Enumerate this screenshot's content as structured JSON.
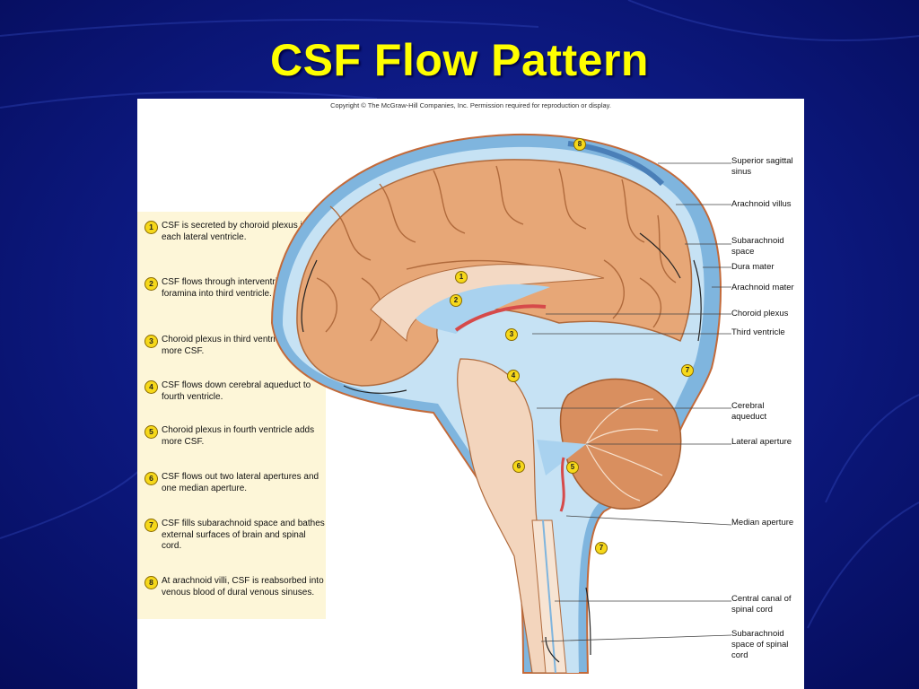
{
  "slide": {
    "title": "CSF Flow Pattern"
  },
  "figure": {
    "copyright": "Copyright © The McGraw-Hill Companies, Inc. Permission required for reproduction or display.",
    "steps": [
      {
        "num": "1",
        "text": "CSF is secreted by choroid plexus in each lateral ventricle."
      },
      {
        "num": "2",
        "text": "CSF flows through interventricular foramina into third ventricle."
      },
      {
        "num": "3",
        "text": "Choroid plexus in third ventricle adds more CSF."
      },
      {
        "num": "4",
        "text": "CSF flows down cerebral aqueduct to fourth ventricle."
      },
      {
        "num": "5",
        "text": "Choroid plexus in fourth ventricle adds more CSF."
      },
      {
        "num": "6",
        "text": "CSF flows out two lateral apertures and one median aperture."
      },
      {
        "num": "7",
        "text": "CSF fills subarachnoid space and bathes external surfaces of brain and spinal cord."
      },
      {
        "num": "8",
        "text": "At arachnoid villi, CSF is reabsorbed into venous blood of dural venous sinuses."
      }
    ],
    "labels": {
      "superior_sagittal_sinus": "Superior sagittal sinus",
      "arachnoid_villus": "Arachnoid villus",
      "subarachnoid_space": "Subarachnoid space",
      "dura_mater": "Dura mater",
      "arachnoid_mater": "Arachnoid mater",
      "choroid_plexus": "Choroid plexus",
      "third_ventricle": "Third ventricle",
      "cerebral_aqueduct": "Cerebral aqueduct",
      "lateral_aperture": "Lateral aperture",
      "median_aperture": "Median aperture",
      "central_canal": "Central canal of spinal cord",
      "subarachnoid_space_spinal": "Subarachnoid space of spinal cord"
    },
    "markers": {
      "m1": "1",
      "m2": "2",
      "m3": "3",
      "m4": "4",
      "m5": "5",
      "m6": "6",
      "m7a": "7",
      "m7b": "7",
      "m8": "8"
    }
  },
  "colors": {
    "background": "#0a1580",
    "title": "#ffff00",
    "csf_blue": "#8fc3e8",
    "brain_tan": "#e7a777",
    "marker_yellow": "#f6d81a"
  }
}
